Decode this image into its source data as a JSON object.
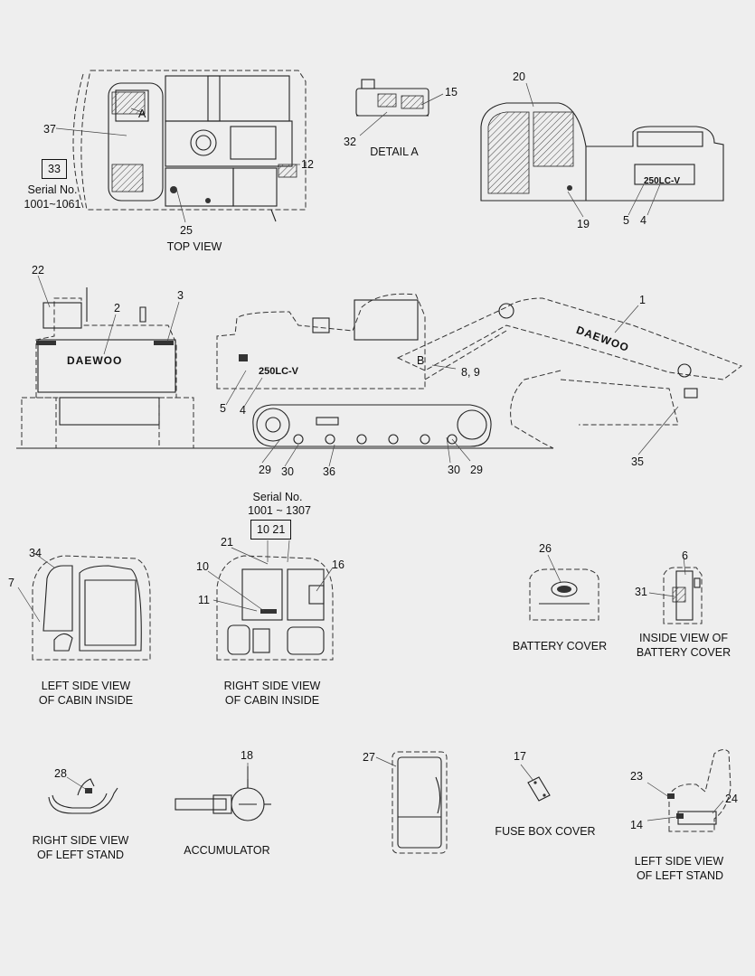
{
  "brand": "DAEWOO",
  "model_badge": "250LC-V",
  "top_view": {
    "caption": "TOP VIEW",
    "serial_label": "Serial No.",
    "serial_range": "1001~1061",
    "boxed_callout": "33",
    "callouts": [
      "37",
      "12",
      "25"
    ],
    "detail_marker": "A"
  },
  "detail_a": {
    "caption": "DETAIL A",
    "callouts": [
      "15",
      "32"
    ]
  },
  "cab_side": {
    "callouts": [
      "20",
      "19",
      "5",
      "4"
    ]
  },
  "rear_view": {
    "callouts": [
      "22",
      "2",
      "3"
    ]
  },
  "side_view": {
    "callouts": [
      "1",
      "8, 9",
      "5",
      "4",
      "29",
      "30",
      "36",
      "30",
      "29",
      "35"
    ],
    "detail_marker": "B"
  },
  "cabin_left": {
    "caption_line1": "LEFT SIDE VIEW",
    "caption_line2": "OF CABIN INSIDE",
    "callouts": [
      "34",
      "7"
    ]
  },
  "cabin_right": {
    "caption_line1": "RIGHT SIDE VIEW",
    "caption_line2": "OF CABIN INSIDE",
    "serial_label": "Serial No.",
    "serial_range": "1001 ~ 1307",
    "boxed_callout": "10   21",
    "callouts": [
      "21",
      "10",
      "11",
      "16"
    ]
  },
  "battery_cover": {
    "caption": "BATTERY COVER",
    "callouts": [
      "26"
    ]
  },
  "battery_inside": {
    "caption_line1": "INSIDE VIEW OF",
    "caption_line2": "BATTERY COVER",
    "callouts": [
      "6",
      "31"
    ]
  },
  "left_stand_right": {
    "caption_line1": "RIGHT SIDE VIEW",
    "caption_line2": "OF LEFT STAND",
    "callouts": [
      "28"
    ]
  },
  "accumulator": {
    "caption": "ACCUMULATOR",
    "callouts": [
      "18"
    ]
  },
  "window": {
    "callouts": [
      "27"
    ]
  },
  "fuse_box": {
    "caption": "FUSE BOX COVER",
    "callouts": [
      "17"
    ]
  },
  "left_stand_left": {
    "caption_line1": "LEFT SIDE VIEW",
    "caption_line2": "OF LEFT STAND",
    "callouts": [
      "23",
      "24",
      "14"
    ]
  }
}
